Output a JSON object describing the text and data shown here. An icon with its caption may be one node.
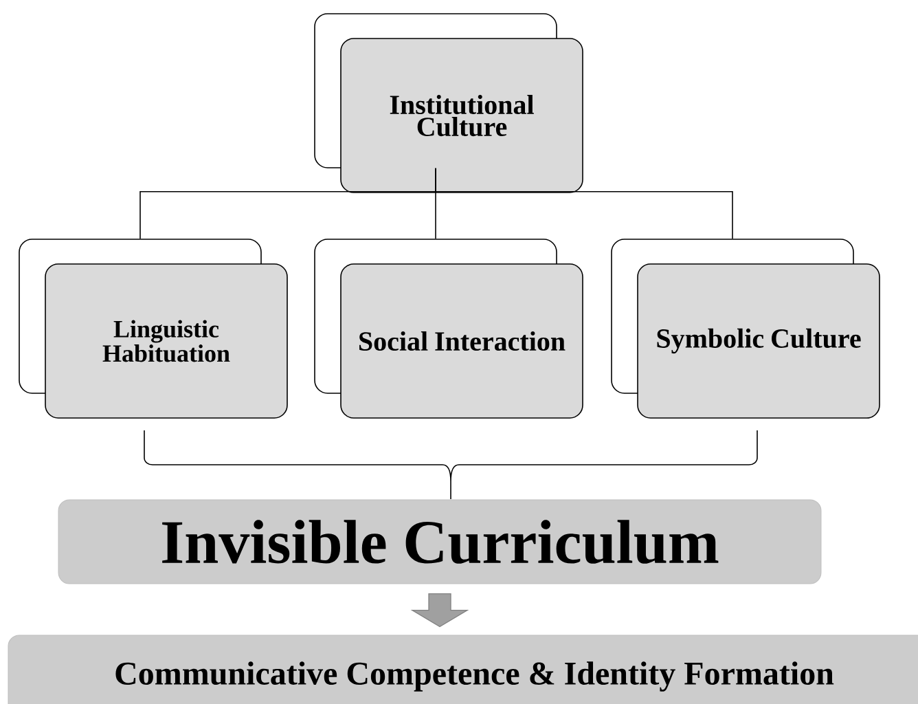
{
  "diagram": {
    "nodes": [
      {
        "text": [
          "Institutional Culture"
        ]
      },
      {
        "text": [
          "Linguistic Habituation"
        ]
      },
      {
        "text": [
          "Social Interaction"
        ]
      },
      {
        "text": [
          "Symbolic Culture"
        ]
      },
      {
        "text": [
          "Invisible Curriculum"
        ]
      },
      {
        "text": [
          "Communicative Competence & Identity Formation"
        ]
      }
    ],
    "edges": [
      {
        "from": 0,
        "to": 1,
        "arrow": "none"
      },
      {
        "from": 0,
        "to": 2,
        "arrow": "none"
      },
      {
        "from": 0,
        "to": 3,
        "arrow": "none"
      },
      {
        "from": 4,
        "to": 5,
        "arrow": "to"
      }
    ]
  }
}
